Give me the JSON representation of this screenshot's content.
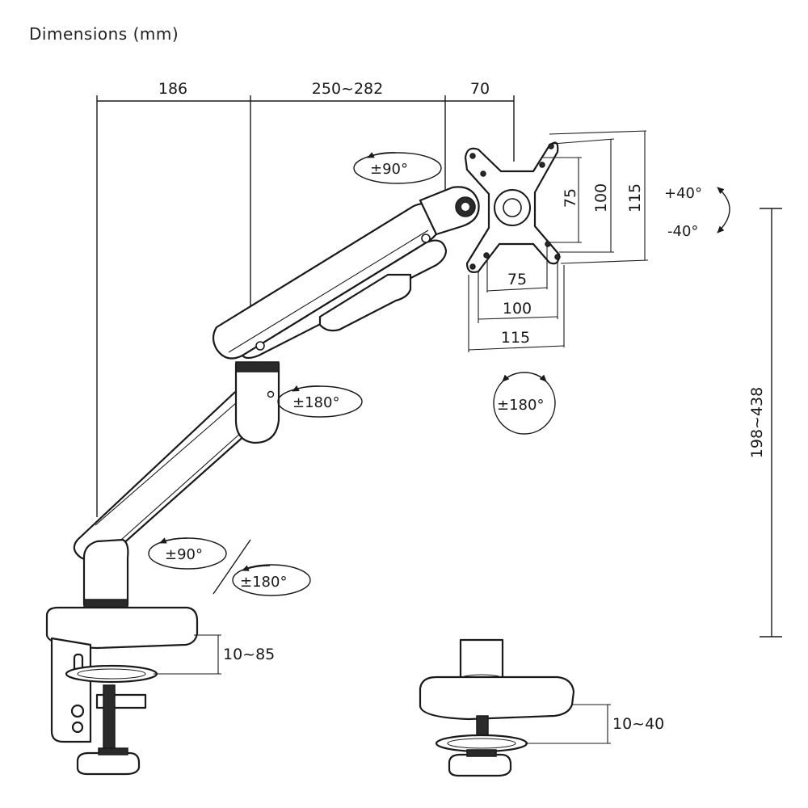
{
  "title": "Dimensions (mm)",
  "dimensions": {
    "arm_base": "186",
    "arm_upper": "250~282",
    "head_offset": "70",
    "vesa_v_75": "75",
    "vesa_v_100": "100",
    "vesa_v_115": "115",
    "vesa_h_75": "75",
    "vesa_h_100": "100",
    "vesa_h_115": "115",
    "height_range": "198~438",
    "clamp_range": "10~85",
    "grommet_range": "10~40"
  },
  "rotations": {
    "tilt_up": "+40°",
    "tilt_down": "-40°",
    "head_swivel": "±90°",
    "elbow_swivel": "±180°",
    "screen_rotation": "±180°",
    "base_swivel": "±90°",
    "base_rotation": "±180°"
  },
  "icons": [
    "rotation-arrow-icon",
    "tilt-arrow-icon"
  ]
}
